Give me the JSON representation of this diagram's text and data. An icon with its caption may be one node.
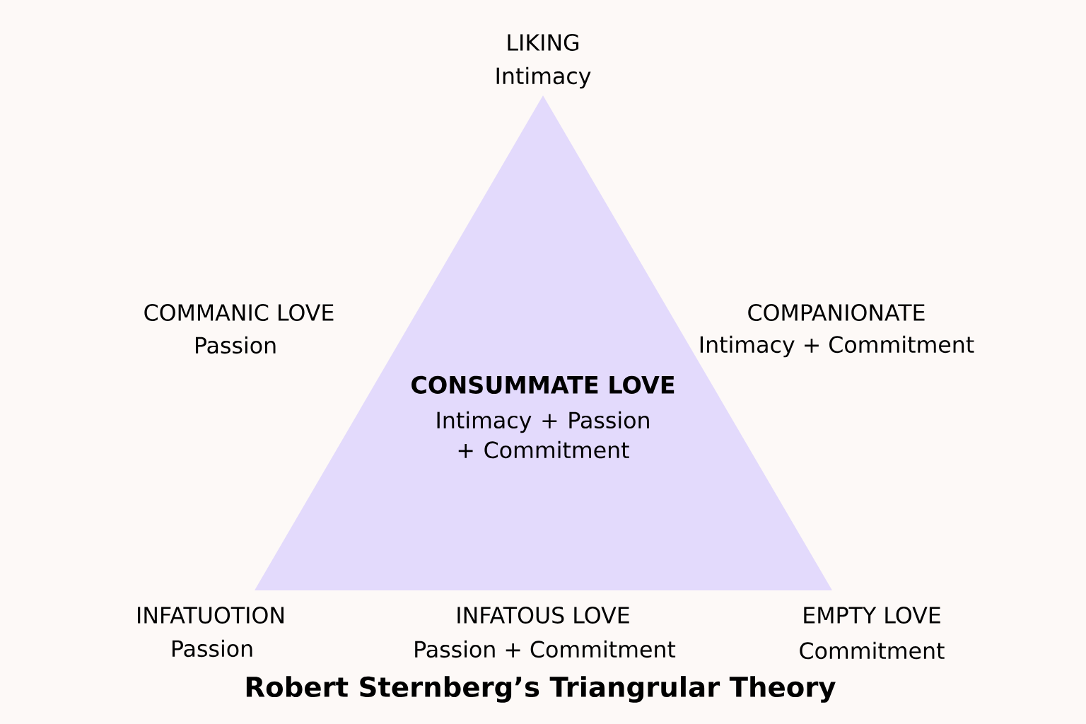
{
  "diagram": {
    "title": "Robert Sternberg’s Triangrular Theory",
    "nodes": [
      {
        "text": [
          "CONSUMMATE LOVE",
          "Intimacy + Passion + Commitment"
        ]
      }
    ],
    "labels": [
      "LIKING",
      "Intimacy",
      "COMMANIC LOVE",
      "Passion",
      "COMPANIONATE",
      "Intimacy + Commitment",
      "INFATUOTION",
      "Passion",
      "INFATOUS LOVE",
      "Passion + Commitment",
      "EMPTY LOVE",
      "Commitment"
    ]
  }
}
